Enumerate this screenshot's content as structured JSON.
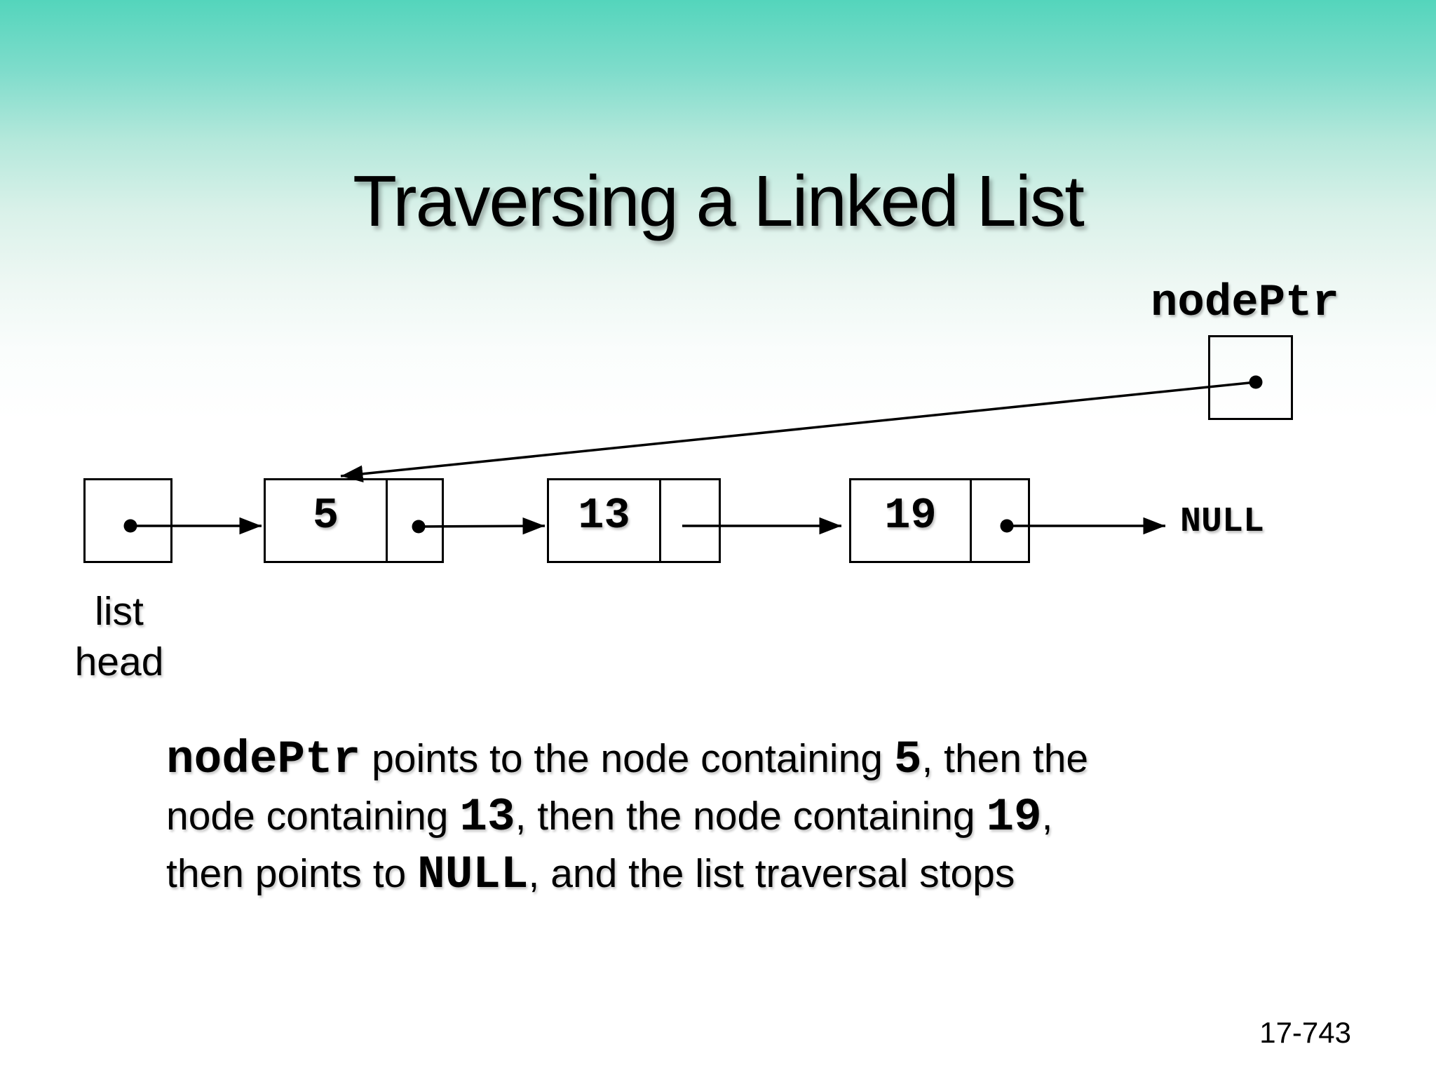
{
  "title": "Traversing a Linked List",
  "diagram": {
    "node_ptr_label": "nodePtr",
    "head_label_line1": "list",
    "head_label_line2": "head",
    "null_label": "NULL",
    "nodes": [
      {
        "value": "5"
      },
      {
        "value": "13"
      },
      {
        "value": "19"
      }
    ]
  },
  "body_text": {
    "line1": {
      "seg0": "nodePtr",
      "seg1": " points to the node containing ",
      "seg2": "5",
      "seg3": ", then the"
    },
    "line2": {
      "seg0": "node containing ",
      "seg1": "13",
      "seg2": ", then the node containing ",
      "seg3": "19",
      "seg4": ","
    },
    "line3": {
      "seg0": "then points to ",
      "seg1": "NULL",
      "seg2": ", and the list traversal stops"
    }
  },
  "footer": {
    "page_number": "17-743"
  },
  "colors": {
    "background_top": "#54d5bc",
    "background_bottom": "#ffffff",
    "ink": "#000000"
  }
}
